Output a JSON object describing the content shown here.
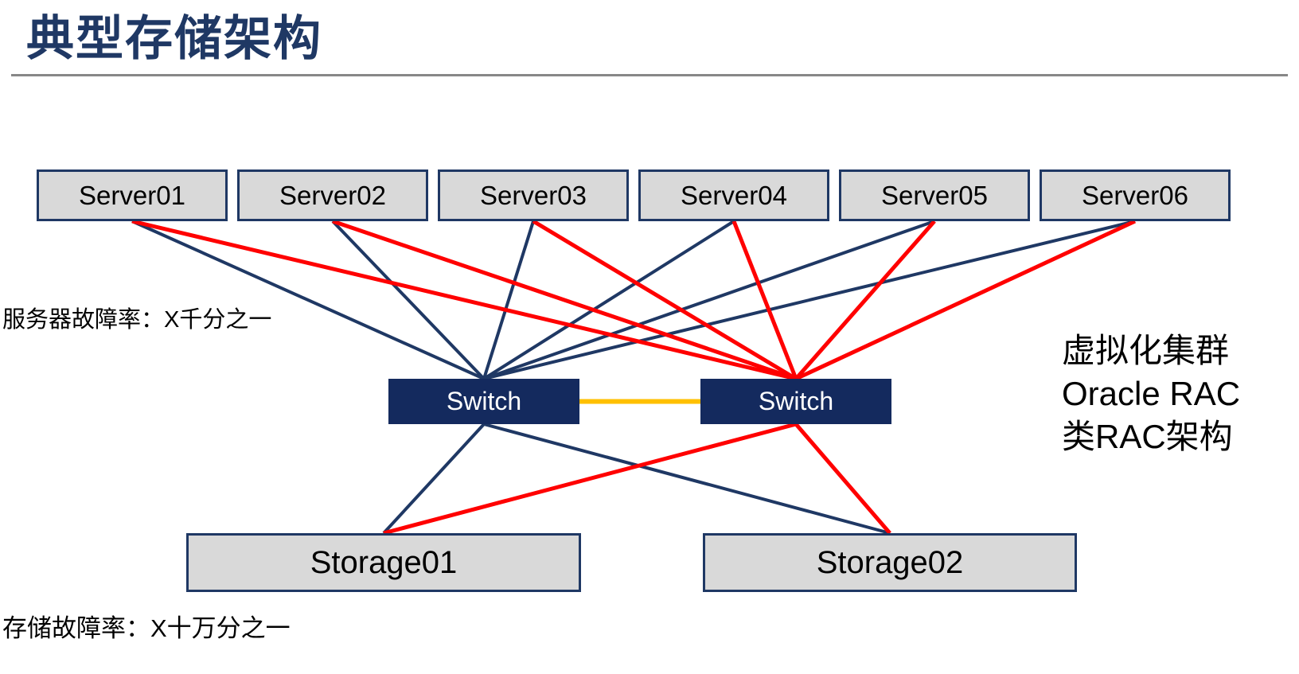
{
  "slide": {
    "title": "典型存储架构",
    "server_failure_note": "服务器故障率：X千分之一",
    "storage_failure_note": "存储故障率：X十万分之一",
    "cluster_note_lines": [
      "虚拟化集群",
      "Oracle RAC",
      "类RAC架构"
    ]
  },
  "nodes": {
    "servers": [
      {
        "id": "server-1",
        "label": "Server01"
      },
      {
        "id": "server-2",
        "label": "Server02"
      },
      {
        "id": "server-3",
        "label": "Server03"
      },
      {
        "id": "server-4",
        "label": "Server04"
      },
      {
        "id": "server-5",
        "label": "Server05"
      },
      {
        "id": "server-6",
        "label": "Server06"
      }
    ],
    "switches": [
      {
        "id": "switch-1",
        "label": "Switch"
      },
      {
        "id": "switch-2",
        "label": "Switch"
      }
    ],
    "storages": [
      {
        "id": "storage-1",
        "label": "Storage01"
      },
      {
        "id": "storage-2",
        "label": "Storage02"
      }
    ]
  },
  "colors": {
    "navy": "#1f3864",
    "red": "#ff0000",
    "link_yellow": "#ffc000",
    "node_fill": "#d9d9d9",
    "switch_fill": "#142a5e",
    "rule_gray": "#878787"
  },
  "connections": [
    {
      "from": "server-1",
      "from_anchor": "bottom",
      "to": "switch-1",
      "to_anchor": "top",
      "color": "navy",
      "width": 4
    },
    {
      "from": "server-2",
      "from_anchor": "bottom",
      "to": "switch-1",
      "to_anchor": "top",
      "color": "navy",
      "width": 4
    },
    {
      "from": "server-3",
      "from_anchor": "bottom",
      "to": "switch-1",
      "to_anchor": "top",
      "color": "navy",
      "width": 4
    },
    {
      "from": "server-4",
      "from_anchor": "bottom",
      "to": "switch-1",
      "to_anchor": "top",
      "color": "navy",
      "width": 4
    },
    {
      "from": "server-5",
      "from_anchor": "bottom",
      "to": "switch-1",
      "to_anchor": "top",
      "color": "navy",
      "width": 4
    },
    {
      "from": "server-6",
      "from_anchor": "bottom",
      "to": "switch-1",
      "to_anchor": "top",
      "color": "navy",
      "width": 4
    },
    {
      "from": "switch-1",
      "from_anchor": "bottom",
      "to": "storage-1",
      "to_anchor": "top",
      "color": "navy",
      "width": 4
    },
    {
      "from": "switch-1",
      "from_anchor": "bottom",
      "to": "storage-2",
      "to_anchor": "top",
      "color": "navy",
      "width": 4
    },
    {
      "from": "server-1",
      "from_anchor": "bottom",
      "to": "switch-2",
      "to_anchor": "top",
      "color": "red",
      "width": 5
    },
    {
      "from": "server-2",
      "from_anchor": "bottom",
      "to": "switch-2",
      "to_anchor": "top",
      "color": "red",
      "width": 5
    },
    {
      "from": "server-3",
      "from_anchor": "bottom",
      "to": "switch-2",
      "to_anchor": "top",
      "color": "red",
      "width": 5
    },
    {
      "from": "server-4",
      "from_anchor": "bottom",
      "to": "switch-2",
      "to_anchor": "top",
      "color": "red",
      "width": 5
    },
    {
      "from": "server-5",
      "from_anchor": "bottom",
      "to": "switch-2",
      "to_anchor": "top",
      "color": "red",
      "width": 5
    },
    {
      "from": "server-6",
      "from_anchor": "bottom",
      "to": "switch-2",
      "to_anchor": "top",
      "color": "red",
      "width": 5
    },
    {
      "from": "switch-2",
      "from_anchor": "bottom",
      "to": "storage-1",
      "to_anchor": "top",
      "color": "red",
      "width": 5
    },
    {
      "from": "switch-2",
      "from_anchor": "bottom",
      "to": "storage-2",
      "to_anchor": "top",
      "color": "red",
      "width": 5
    },
    {
      "from": "switch-1",
      "from_anchor": "right",
      "to": "switch-2",
      "to_anchor": "left",
      "color": "link_yellow",
      "width": 6
    }
  ]
}
